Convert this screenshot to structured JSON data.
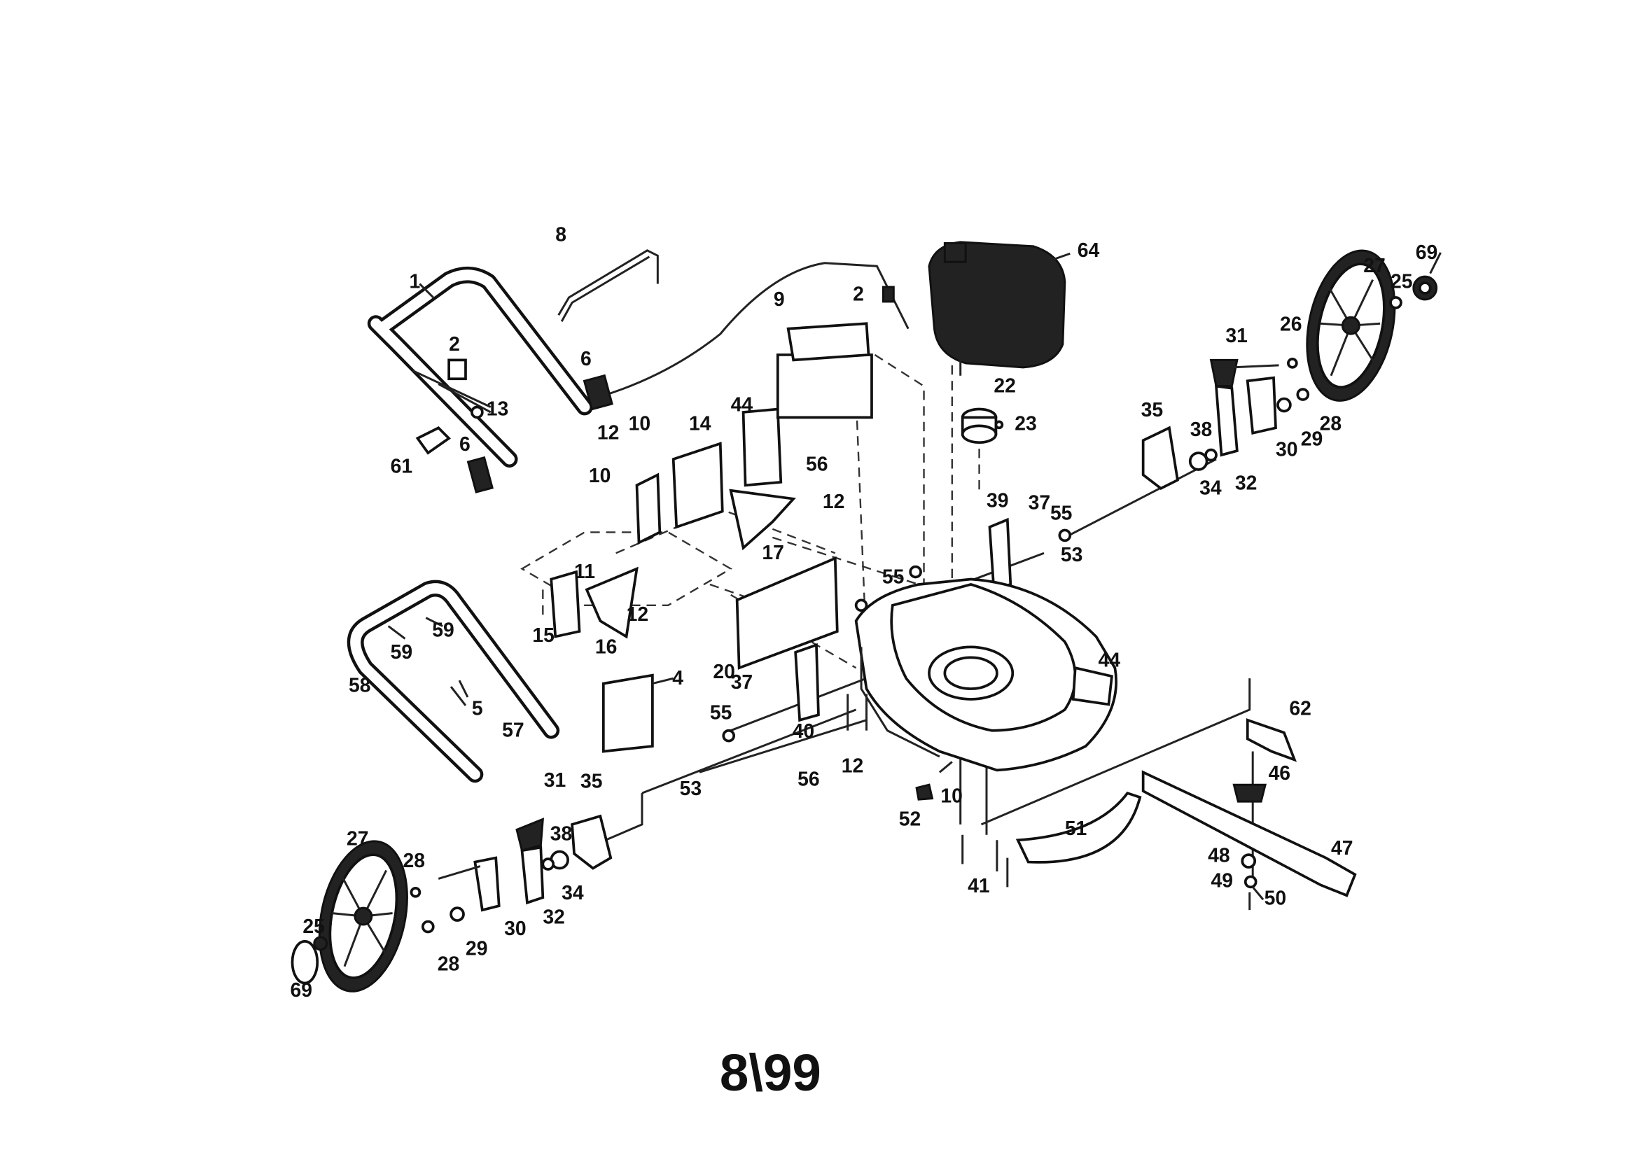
{
  "diagram": {
    "footer_text": "8\\99",
    "labels": {
      "p1": "1",
      "p2a": "2",
      "p2b": "2",
      "p4": "4",
      "p5": "5",
      "p6a": "6",
      "p6b": "6",
      "p8": "8",
      "p9": "9",
      "p10a": "10",
      "p10b": "10",
      "p10c": "10",
      "p11": "11",
      "p12a": "12",
      "p12b": "12",
      "p12c": "12",
      "p12d": "12",
      "p13": "13",
      "p14": "14",
      "p15": "15",
      "p16": "16",
      "p17": "17",
      "p20": "20",
      "p22": "22",
      "p23": "23",
      "p25a": "25",
      "p25b": "25",
      "p26": "26",
      "p27a": "27",
      "p27b": "27",
      "p28a": "28",
      "p28b": "28",
      "p28c": "28",
      "p29a": "29",
      "p29b": "29",
      "p30a": "30",
      "p30b": "30",
      "p31a": "31",
      "p31b": "31",
      "p32a": "32",
      "p32b": "32",
      "p34a": "34",
      "p34b": "34",
      "p35a": "35",
      "p35b": "35",
      "p37a": "37",
      "p37b": "37",
      "p38a": "38",
      "p38b": "38",
      "p39": "39",
      "p40": "40",
      "p41": "41",
      "p44a": "44",
      "p44b": "44",
      "p46": "46",
      "p47": "47",
      "p48": "48",
      "p49": "49",
      "p50": "50",
      "p51": "51",
      "p52": "52",
      "p53a": "53",
      "p53b": "53",
      "p55a": "55",
      "p55b": "55",
      "p55c": "55",
      "p56a": "56",
      "p56b": "56",
      "p57": "57",
      "p58": "58",
      "p59a": "59",
      "p59b": "59",
      "p61": "61",
      "p62": "62",
      "p64": "64",
      "p69a": "69",
      "p69b": "69"
    }
  }
}
